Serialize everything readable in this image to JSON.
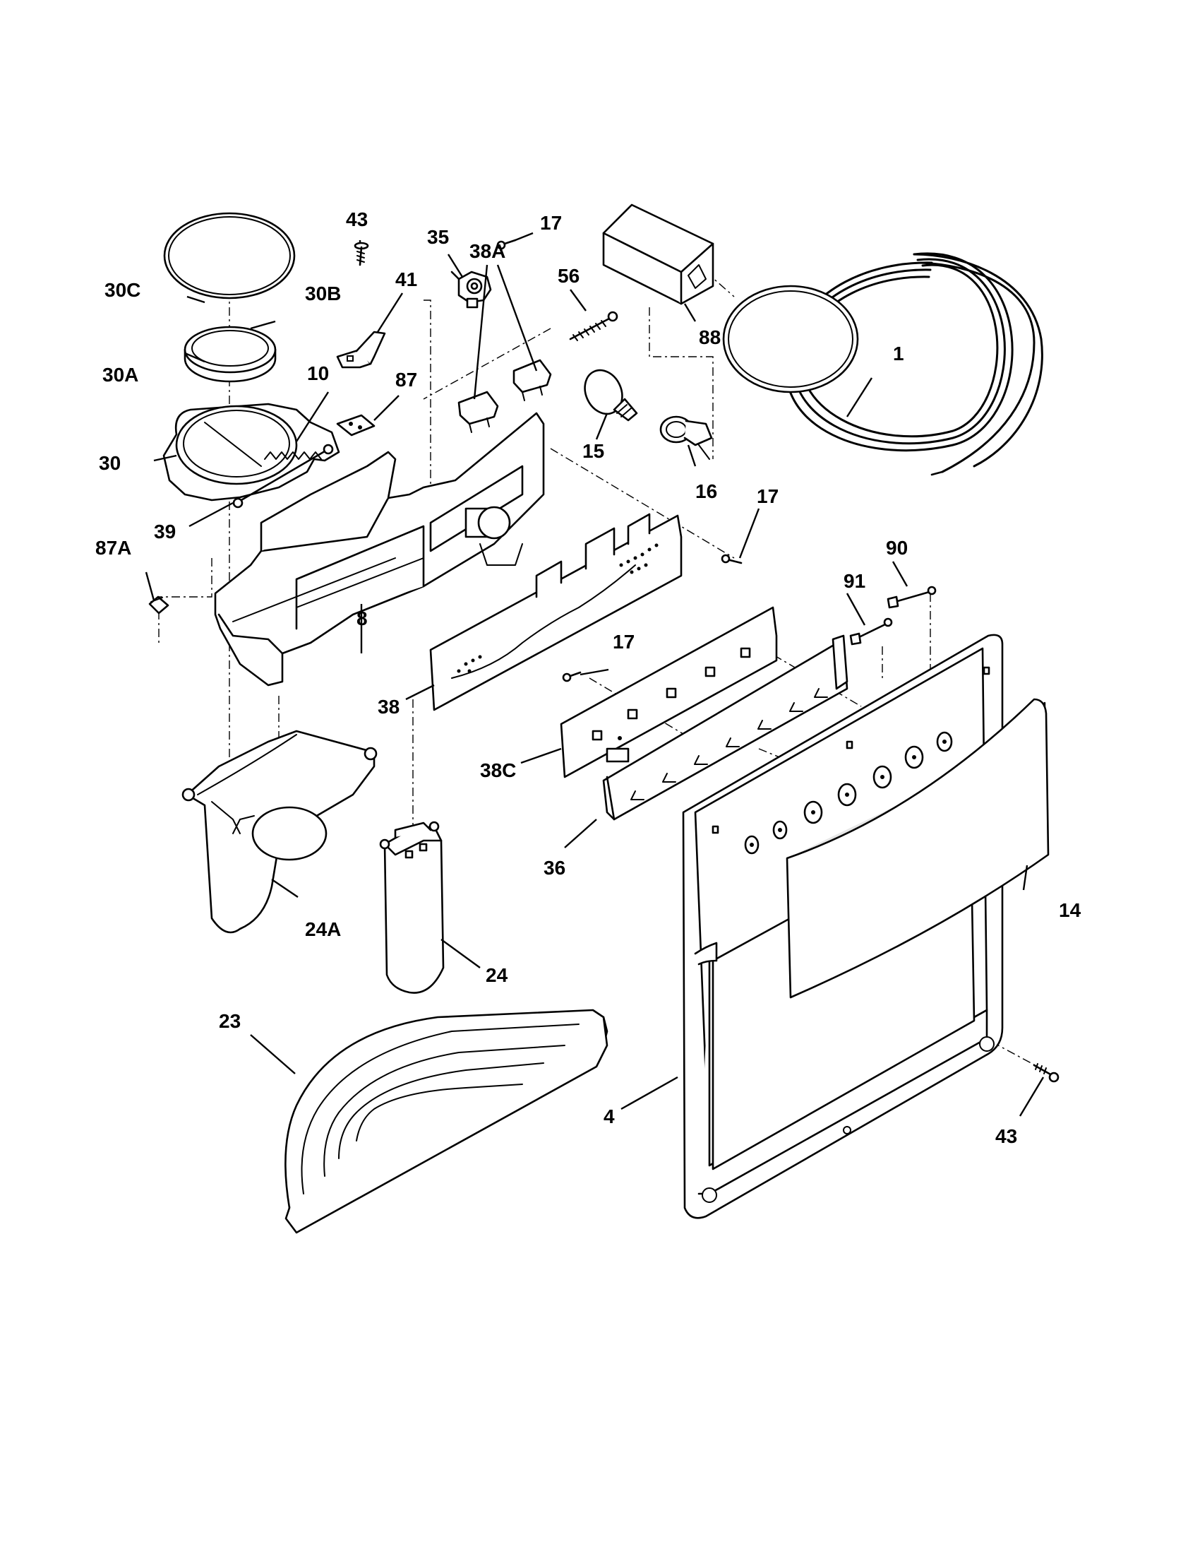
{
  "callouts": {
    "c1": "1",
    "c4": "4",
    "c8": "8",
    "c10": "10",
    "c14": "14",
    "c15": "15",
    "c16": "16",
    "c17a": "17",
    "c17b": "17",
    "c17c": "17",
    "c23": "23",
    "c24": "24",
    "c24a": "24A",
    "c30": "30",
    "c30a": "30A",
    "c30b": "30B",
    "c30c": "30C",
    "c35": "35",
    "c36": "36",
    "c38": "38",
    "c38a": "38A",
    "c38c": "38C",
    "c39": "39",
    "c41": "41",
    "c43a": "43",
    "c43b": "43",
    "c56": "56",
    "c87": "87",
    "c87a": "87A",
    "c88": "88",
    "c90": "90",
    "c91": "91"
  }
}
